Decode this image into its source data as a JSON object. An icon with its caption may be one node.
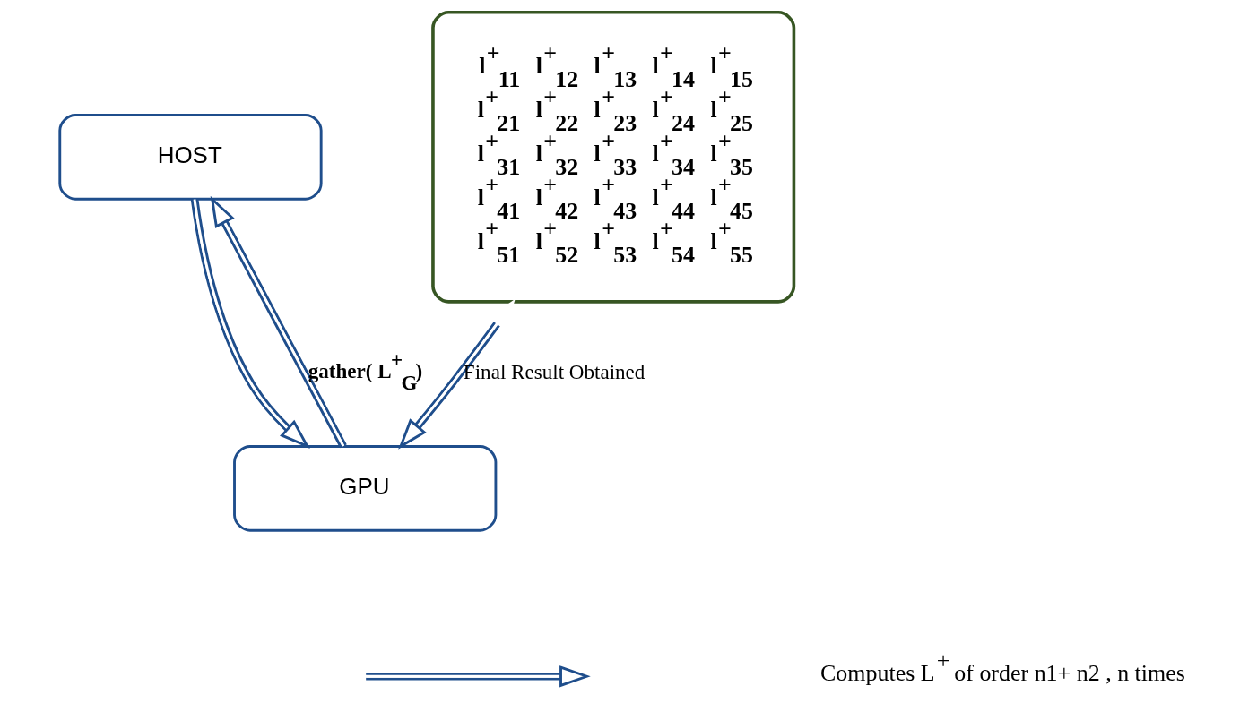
{
  "diagram": {
    "nodes": [
      {
        "text": [
          "HOST"
        ]
      },
      {
        "text": [
          "GPU"
        ]
      },
      {
        "text": [
          "l$^{+}$$_{11}$",
          "l$^{+}$$_{12}$",
          "l$^{+}$$_{13}$",
          "l$^{+}$$_{14}$",
          "l$^{+}$$_{15}$",
          "l$^{+}$$_{21}$",
          "l$^{+}$$_{22}$",
          "l$^{+}$$_{23}$",
          "l$^{+}$$_{24}$",
          "l$^{+}$$_{25}$",
          "l$^{+}$$_{31}$",
          "l$^{+}$$_{32}$",
          "l$^{+}$$_{33}$",
          "l$^{+}$$_{34}$",
          "l$^{+}$$_{35}$",
          "l$^{+}$$_{41}$",
          "l$^{+}$$_{42}$",
          "l$^{+}$$_{43}$",
          "l$^{+}$$_{44}$",
          "l$^{+}$$_{45}$",
          "l$^{+}$$_{51}$",
          "l$^{+}$$_{52}$",
          "l$^{+}$$_{53}$",
          "l$^{+}$$_{54}$",
          "l$^{+}$$_{55}$"
        ]
      }
    ],
    "edges": [
      {
        "from": 0,
        "to": 1,
        "arrow": "to"
      },
      {
        "from": 1,
        "to": 0,
        "arrow": "to",
        "label": "gather( L$^{+}$$_{G}$)"
      },
      {
        "from": 2,
        "to": 1,
        "arrow": "both",
        "label": "Final Result Obtained"
      }
    ],
    "legend": [
      {
        "text": "Computes L$^{+}$ of order n1+ n2 , n times"
      }
    ]
  }
}
